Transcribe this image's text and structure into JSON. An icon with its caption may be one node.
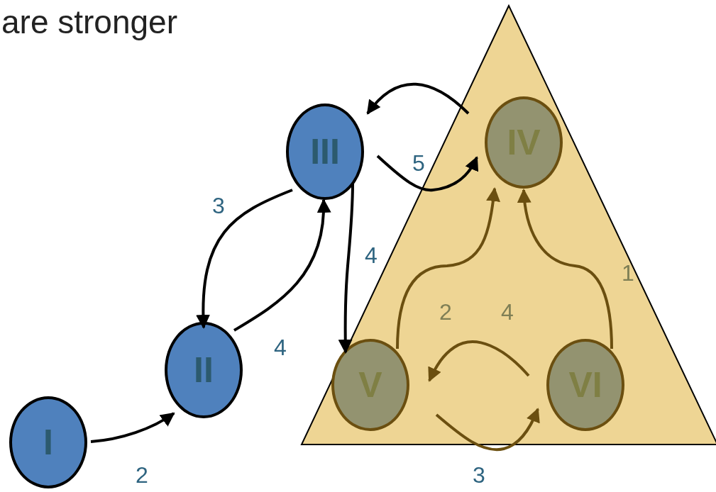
{
  "diagram": {
    "title": "are stronger",
    "nodes": [
      {
        "text": [
          "I"
        ]
      },
      {
        "text": [
          "II"
        ]
      },
      {
        "text": [
          "III"
        ]
      },
      {
        "text": [],
        "shape": "triangle"
      },
      {
        "text": [
          "IV"
        ],
        "in": 3
      },
      {
        "text": [
          "V"
        ],
        "in": 3
      },
      {
        "text": [
          "VI"
        ],
        "in": 3
      }
    ],
    "edges": [
      {
        "from": 0,
        "to": 1,
        "arrow": "to",
        "label": "2"
      },
      {
        "from": 1,
        "to": 2,
        "arrow": "to",
        "label": "4"
      },
      {
        "from": 2,
        "to": 1,
        "arrow": "to",
        "label": "3"
      },
      {
        "from": 2,
        "to": 5,
        "arrow": "to",
        "label": "4"
      },
      {
        "from": 4,
        "to": 2,
        "arrow": "to"
      },
      {
        "from": 2,
        "to": 4,
        "arrow": "to",
        "label": "5"
      },
      {
        "from": 5,
        "to": 4,
        "arrow": "to",
        "label": "2",
        "color": "#6b4f10"
      },
      {
        "from": 6,
        "to": 4,
        "arrow": "to",
        "label": "1",
        "color": "#6b4f10"
      },
      {
        "from": 6,
        "to": 5,
        "arrow": "to",
        "label": "4",
        "color": "#6b4f10"
      },
      {
        "from": 5,
        "to": 6,
        "arrow": "to",
        "label": "3",
        "color": "#6b4f10"
      }
    ]
  }
}
